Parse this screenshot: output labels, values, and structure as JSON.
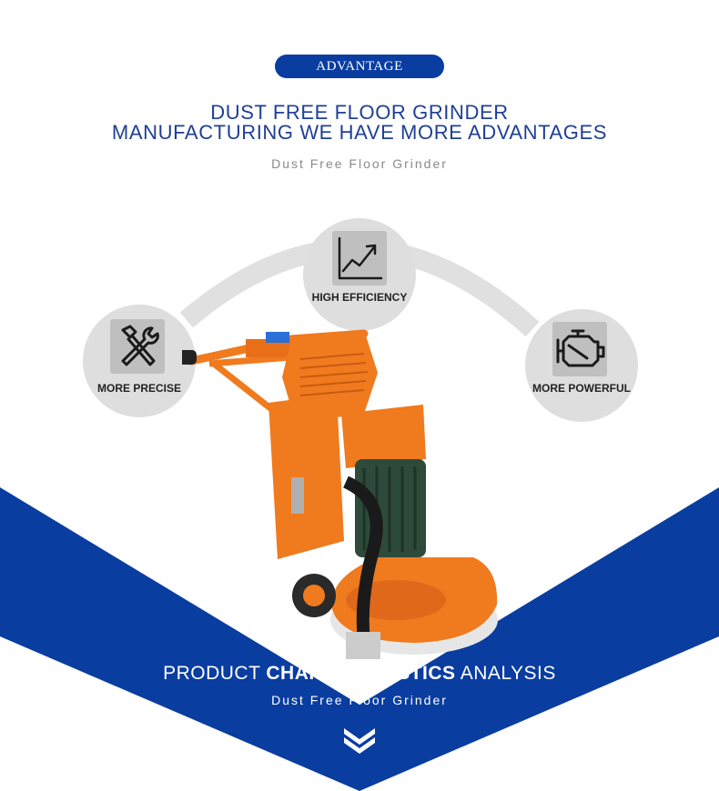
{
  "header": {
    "badge_label": "ADVANTAGE",
    "title_line1": "DUST FREE FLOOR GRINDER",
    "title_line2": "MANUFACTURING WE HAVE MORE ADVANTAGES",
    "subtitle": "Dust Free Floor Grinder"
  },
  "features": [
    {
      "label": "MORE PRECISE",
      "icon": "wrench-hammer-icon"
    },
    {
      "label": "HIGH EFFICIENCY",
      "icon": "growth-chart-icon"
    },
    {
      "label": "MORE POWERFUL",
      "icon": "engine-icon"
    }
  ],
  "characteristics": {
    "title_prefix": "PRODUCT ",
    "title_bold": "CHARACTERISTICS",
    "title_suffix": " ANALYSIS",
    "subtitle": "Dust Free Floor Grinder",
    "scroll_icon": "double-chevron-down-icon"
  },
  "colors": {
    "brand_blue": "#0a3da0",
    "title_blue": "#1f3f96",
    "machine_orange": "#f07a1e",
    "circle_grey": "#dedede"
  }
}
